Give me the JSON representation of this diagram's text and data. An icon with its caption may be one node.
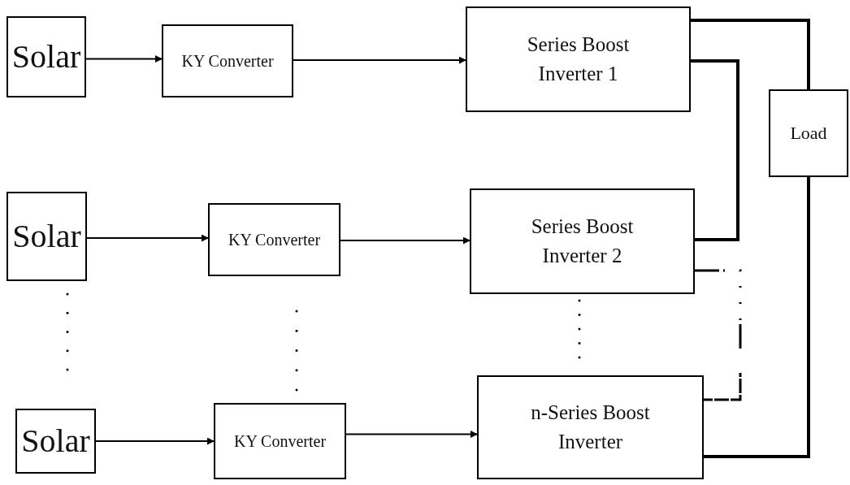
{
  "diagram": {
    "nodes": [
      {
        "text": [
          "Solar"
        ]
      },
      {
        "text": [
          "KY Converter"
        ]
      },
      {
        "text": [
          "Series Boost Inverter 1"
        ]
      },
      {
        "text": [
          "Load"
        ]
      },
      {
        "text": [
          "Solar"
        ]
      },
      {
        "text": [
          "KY Converter"
        ]
      },
      {
        "text": [
          "Series Boost Inverter 2"
        ]
      },
      {
        "text": [
          "Solar"
        ]
      },
      {
        "text": [
          "KY Converter"
        ]
      },
      {
        "text": [
          "n-Series Boost Inverter"
        ]
      }
    ],
    "edges": [
      {
        "from": 0,
        "to": 1,
        "arrow": "to"
      },
      {
        "from": 1,
        "to": 2,
        "arrow": "to"
      },
      {
        "from": 4,
        "to": 5,
        "arrow": "to"
      },
      {
        "from": 5,
        "to": 6,
        "arrow": "to"
      },
      {
        "from": 7,
        "to": 8,
        "arrow": "to"
      },
      {
        "from": 8,
        "to": 9,
        "arrow": "to"
      },
      {
        "from": 2,
        "to": 3,
        "arrow": "none",
        "style": "thick"
      },
      {
        "from": 2,
        "to": 6,
        "arrow": "none",
        "style": "thick"
      },
      {
        "from": 6,
        "to": 9,
        "arrow": "none",
        "style": "dashed"
      },
      {
        "from": 9,
        "to": 3,
        "arrow": "none",
        "style": "thick"
      }
    ]
  }
}
